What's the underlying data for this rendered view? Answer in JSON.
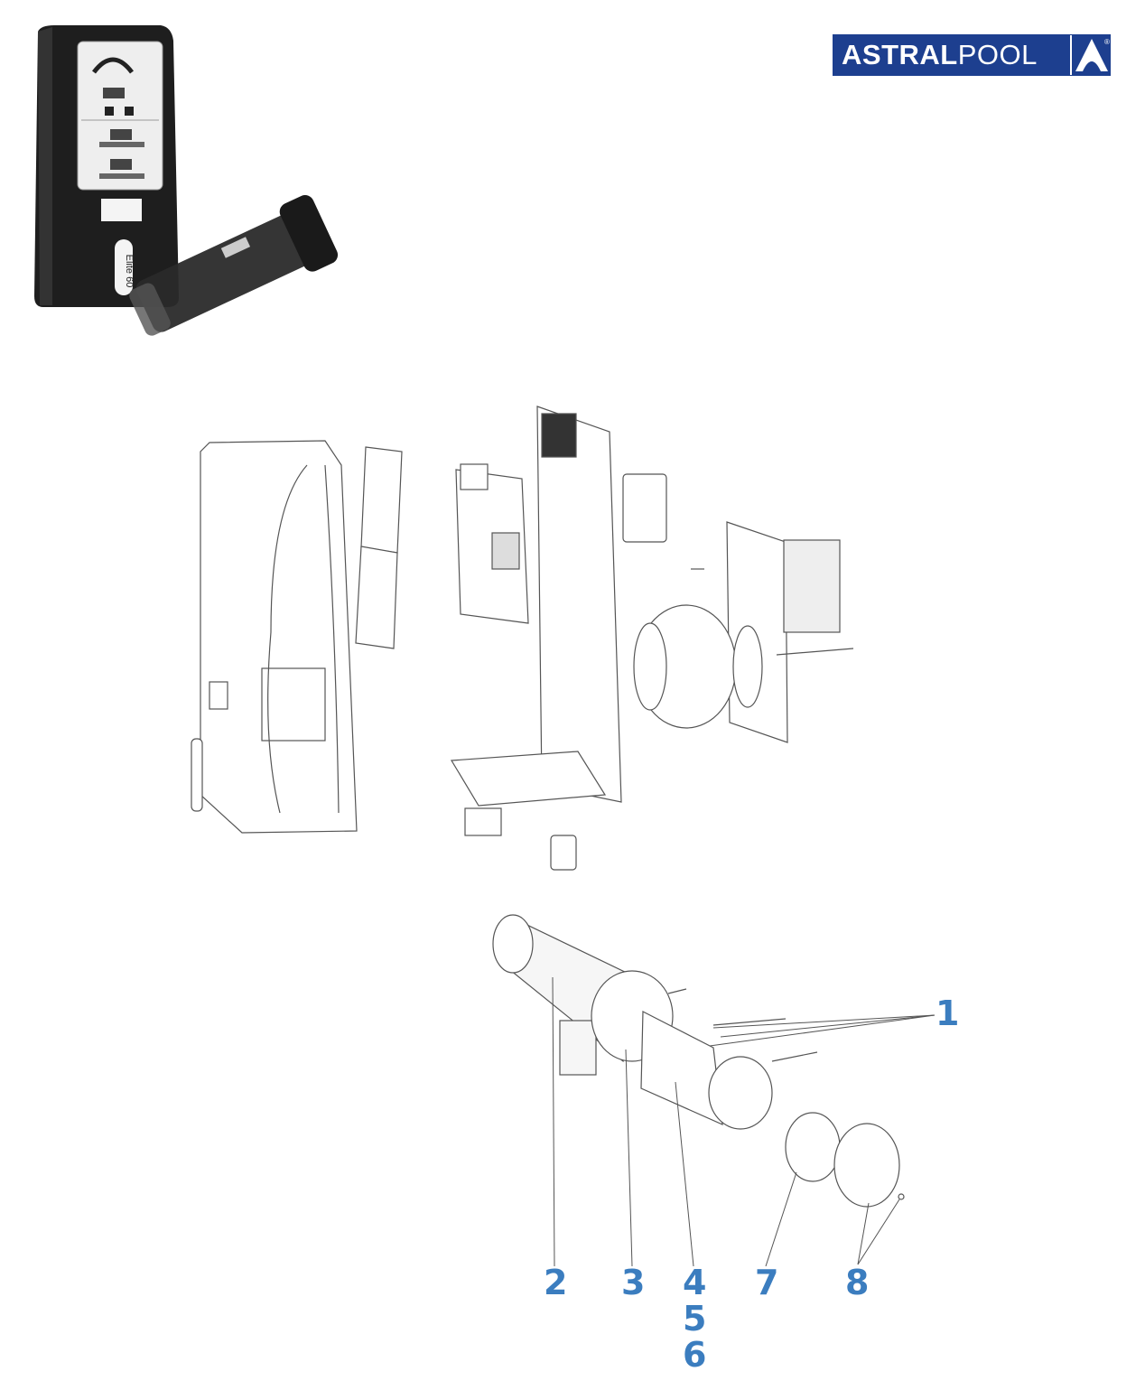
{
  "logo": {
    "bold": "ASTRAL",
    "light": "POOL",
    "registered": "®"
  },
  "product": {
    "model_label": "Elite 60"
  },
  "callouts": [
    "1",
    "2",
    "3",
    "4",
    "5",
    "6",
    "7",
    "8"
  ],
  "colors": {
    "callout": "#3b7dbf",
    "brand": "#1d3f8f"
  }
}
